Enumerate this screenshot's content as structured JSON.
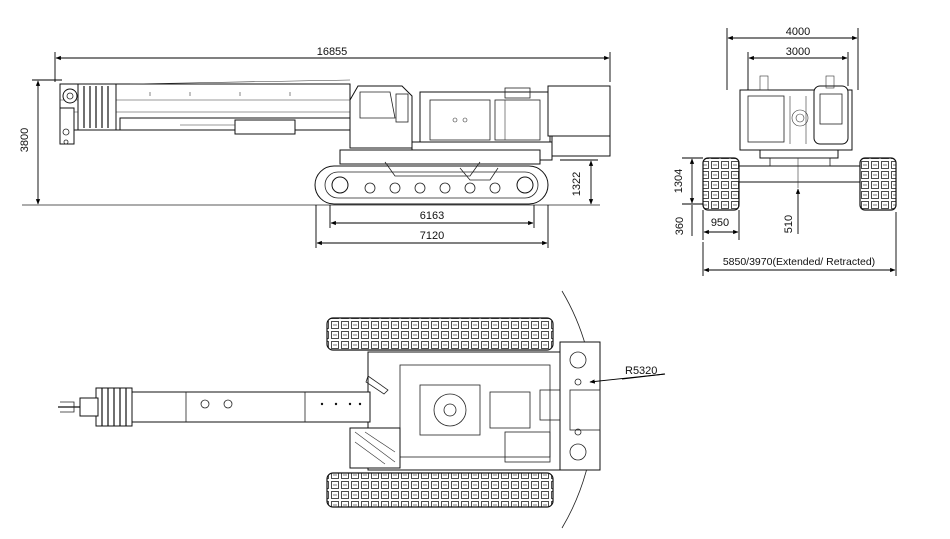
{
  "drawing": {
    "side_view": {
      "overall_length": "16855",
      "overall_height": "3800",
      "tail_height": "1322",
      "track_length_inner": "6163",
      "track_length_outer": "7120"
    },
    "rear_view": {
      "upper_width": "4000",
      "cab_width": "3000",
      "track_height": "1304",
      "clearance": "360",
      "track_width": "950",
      "center_height": "510",
      "track_gauge": "5850/3970(Extended/ Retracted)"
    },
    "top_view": {
      "tail_swing_radius": "R5320"
    }
  }
}
